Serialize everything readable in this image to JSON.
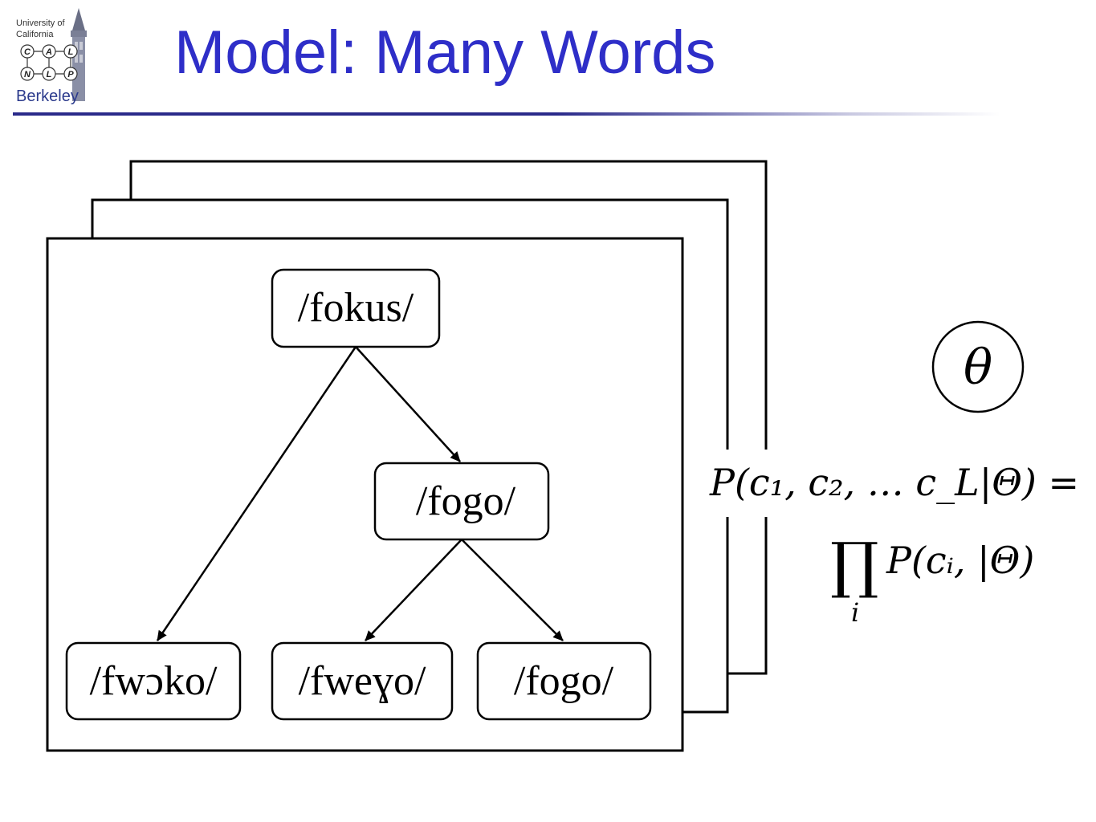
{
  "slide": {
    "title": "Model: Many Words"
  },
  "logo": {
    "line1": "University of",
    "line2": "California",
    "letters_top": [
      "C",
      "A",
      "L"
    ],
    "letters_bottom": [
      "N",
      "L",
      "P"
    ],
    "name": "Berkeley",
    "icon": "campanile-tower-icon"
  },
  "tree": {
    "root": "/fokus/",
    "internal": "/fogo/",
    "leaves": [
      "/fwɔko/",
      "/fweɣo/",
      "/fogo/"
    ]
  },
  "parameter": {
    "symbol": "θ"
  },
  "equation": {
    "line1": "P(c₁, c₂, … c_L|Θ) =",
    "product_symbol": "∏",
    "product_index": "i",
    "line2": "P(cᵢ, |Θ)"
  }
}
